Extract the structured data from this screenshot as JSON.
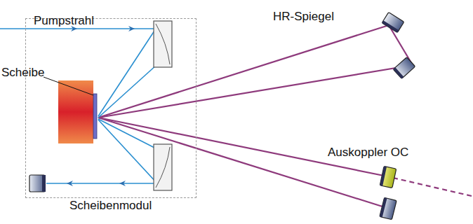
{
  "diagram": {
    "nodes": [
      {
        "text": [
          "Scheibenmodul"
        ]
      }
    ],
    "labels": [
      "Pumpstrahl",
      "Scheibe",
      "HR-Spiegel",
      "Auskoppler OC"
    ]
  }
}
